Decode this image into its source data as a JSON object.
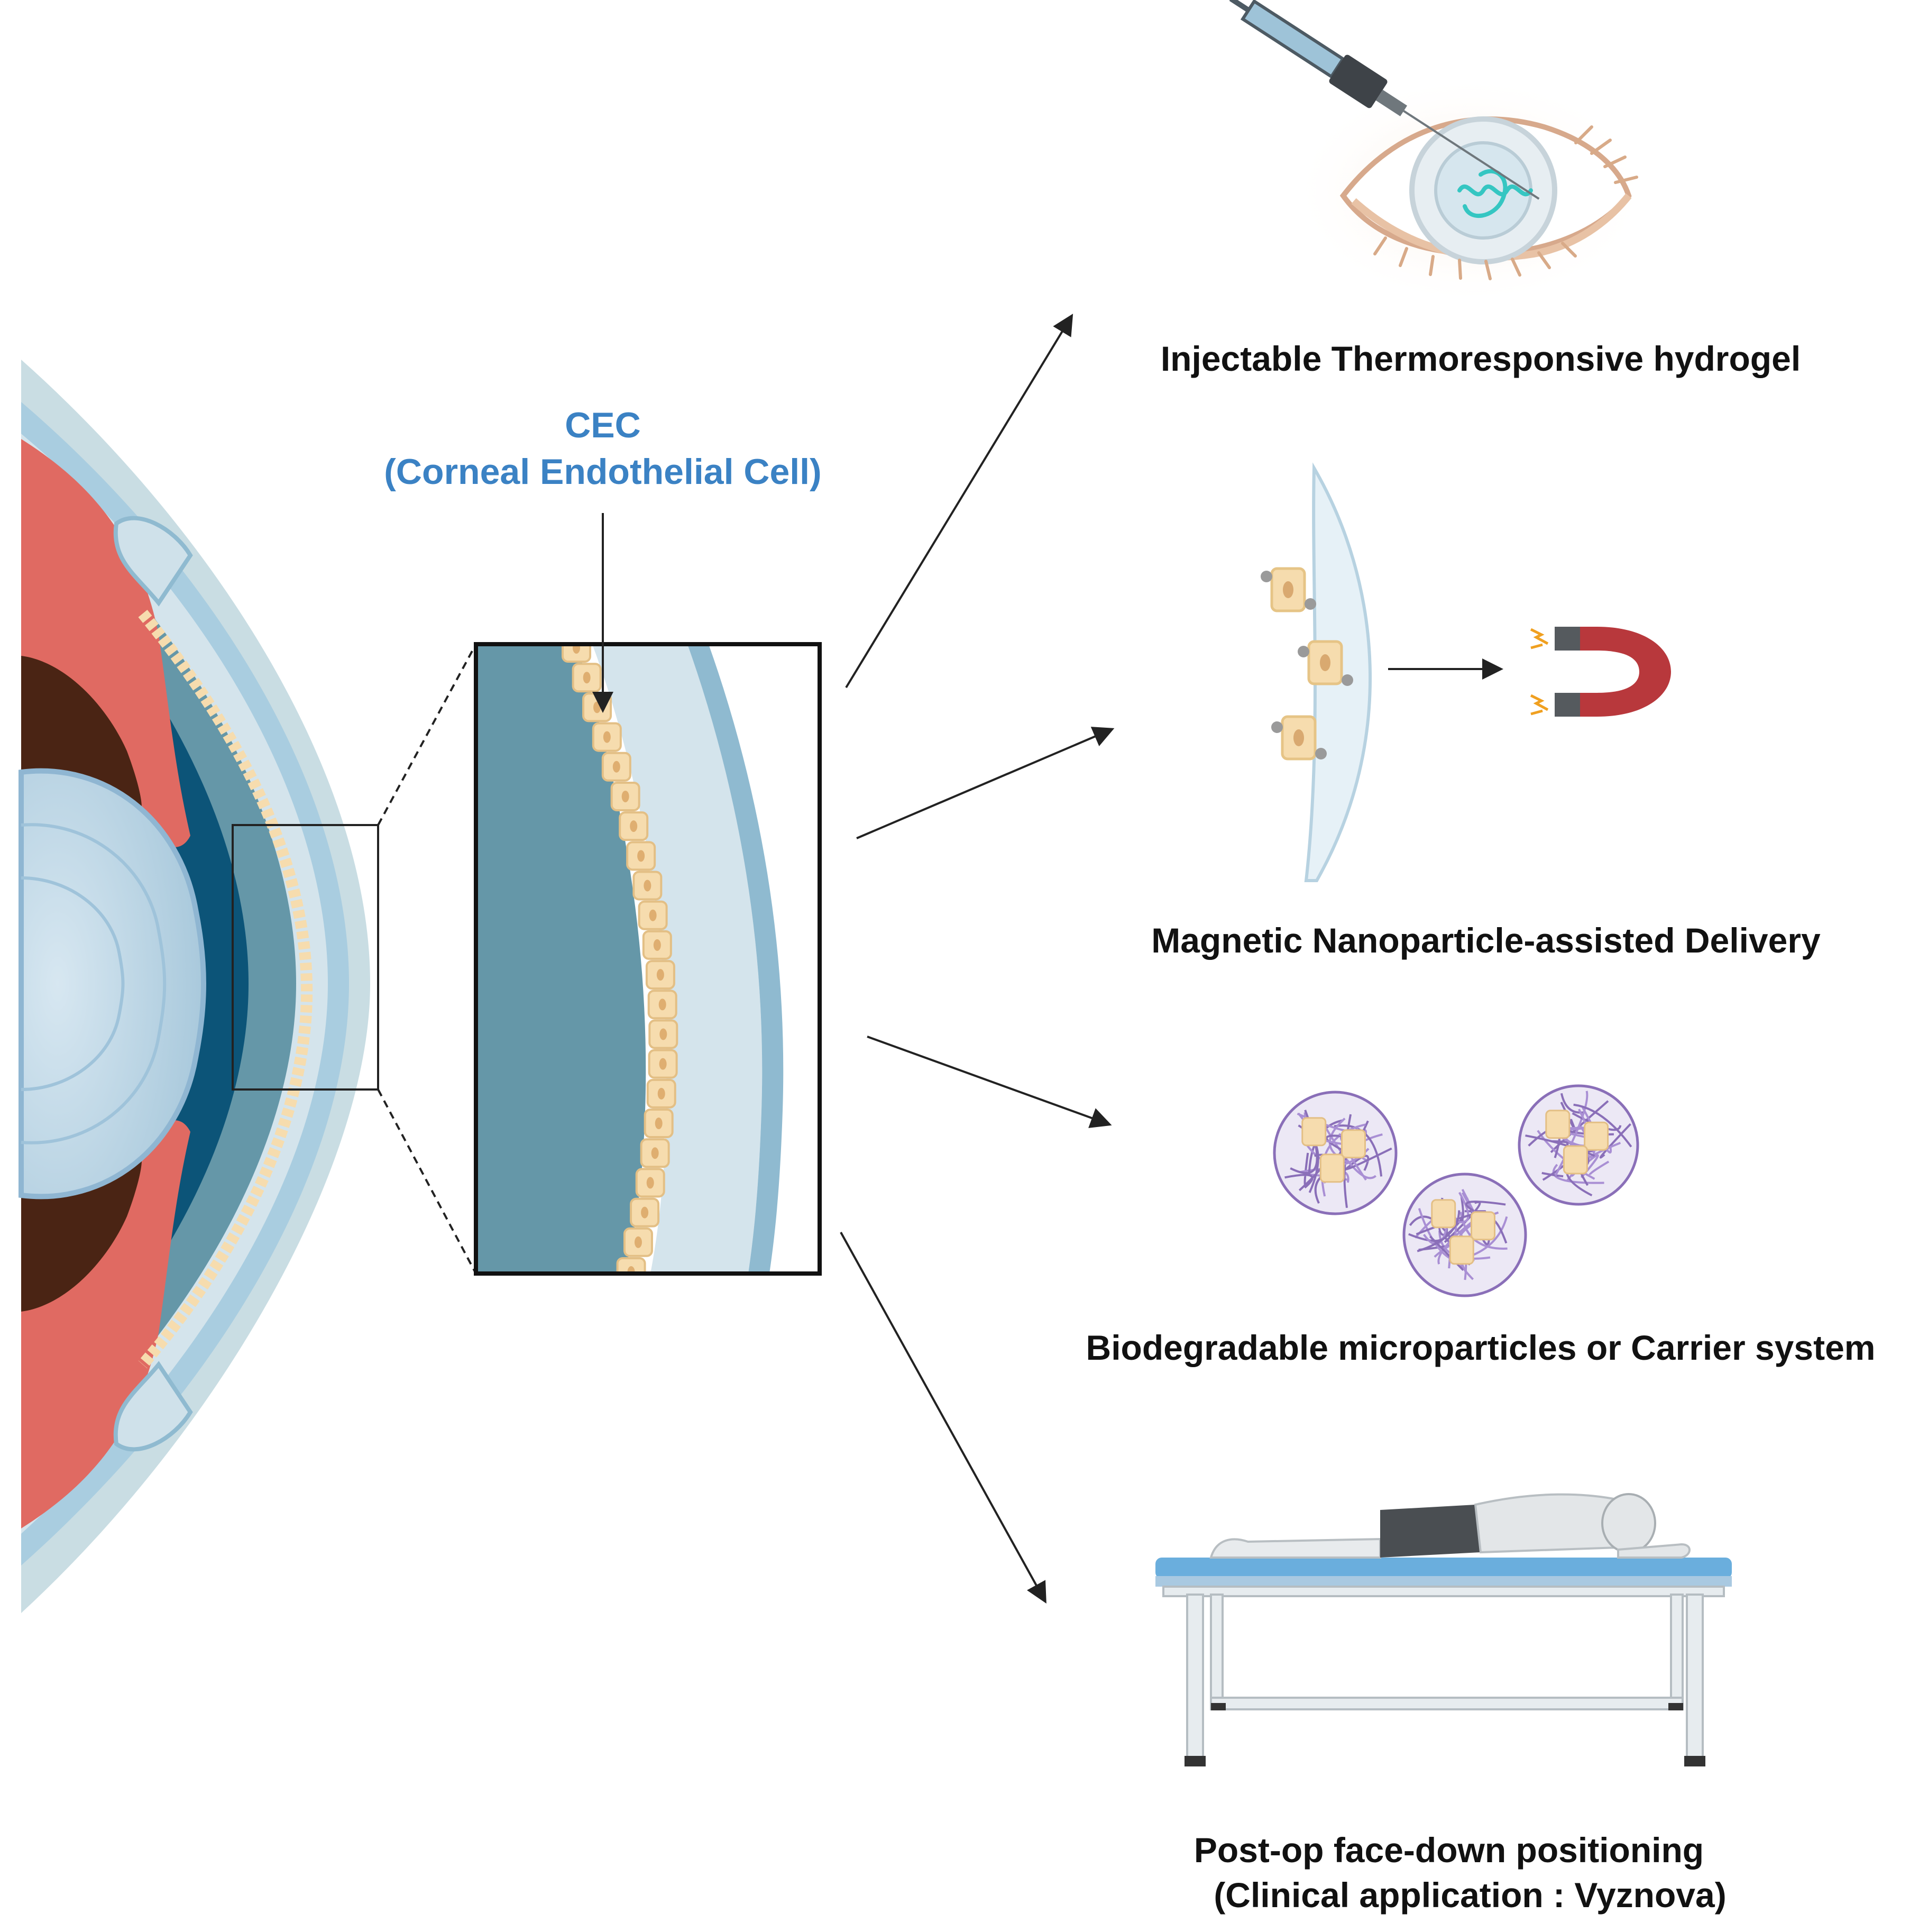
{
  "cec": {
    "abbr": "CEC",
    "full": "(Corneal Endothelial Cell)"
  },
  "methods": [
    {
      "label": "Injectable Thermoresponsive hydrogel"
    },
    {
      "label": "Magnetic Nanoparticle-assisted Delivery"
    },
    {
      "label": "Biodegradable microparticles  or Carrier system"
    },
    {
      "label": "Post-op  face-down positioning"
    }
  ],
  "clinical_note": "(Clinical application :  Vyznova)",
  "colors": {
    "cornea": "#d4e4ec",
    "cornea_edge": "#8fbad0",
    "anterior_chamber": "#6597a8",
    "deep_chamber": "#0c5478",
    "endothelium_cell": "#f6dcae",
    "iris_red": "#e06a62",
    "iris_dark": "#4a2414",
    "lens": "#b8d5e6",
    "label_blue": "#3b82c4",
    "magnet_red": "#b8383c",
    "table_blue": "#6aaedd",
    "network_purple": "#8a6fb8"
  }
}
